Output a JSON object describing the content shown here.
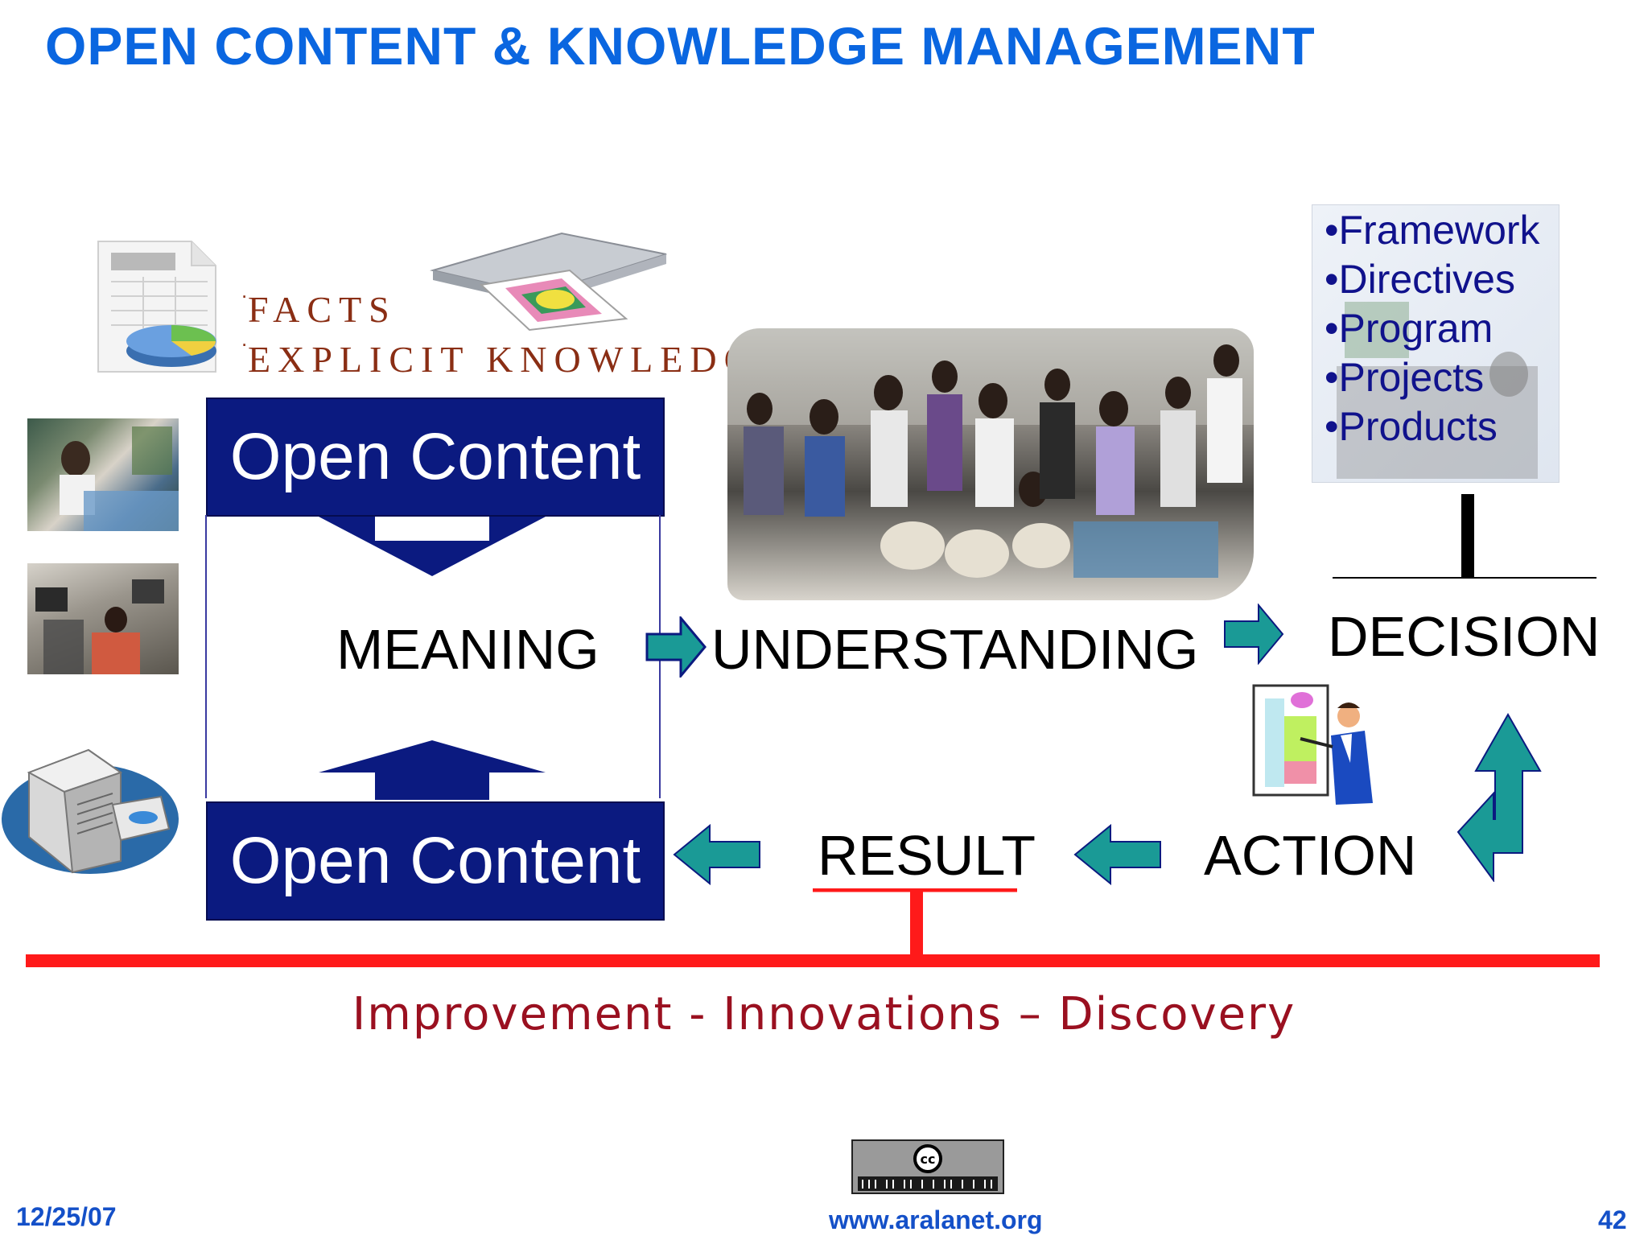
{
  "title": "OPEN CONTENT & KNOWLEDGE MANAGEMENT",
  "facts": {
    "line1": "FACTS",
    "line2": "EXPLICIT KNOWLEDGE"
  },
  "open_content_top": "Open Content",
  "open_content_bottom": "Open Content",
  "flow": {
    "meaning": "MEANING",
    "understanding": "UNDERSTANDING",
    "decision": "DECISION",
    "action": "ACTION",
    "result": "RESULT"
  },
  "decision_items": [
    "•Framework",
    "•Directives",
    "•Program",
    "•Projects",
    "•Products"
  ],
  "improvement": "Improvement - Innovations – Discovery",
  "footer": {
    "date": "12/25/07",
    "url": "www.aralanet.org",
    "page": "42"
  },
  "colors": {
    "title": "#0a66e0",
    "open_content_box": "#0b1a80",
    "arrow_teal": "#1a9a96",
    "red_bar": "#ff1a1a",
    "improvement_text": "#9a1020",
    "decision_items_text": "#10128c"
  },
  "icons": {
    "spreadsheet": "spreadsheet-chart-icon",
    "scanner": "scanner-icon",
    "printer": "printer-icon",
    "presenter": "presenter-icon",
    "cc_badge": "cc-license-badge"
  }
}
